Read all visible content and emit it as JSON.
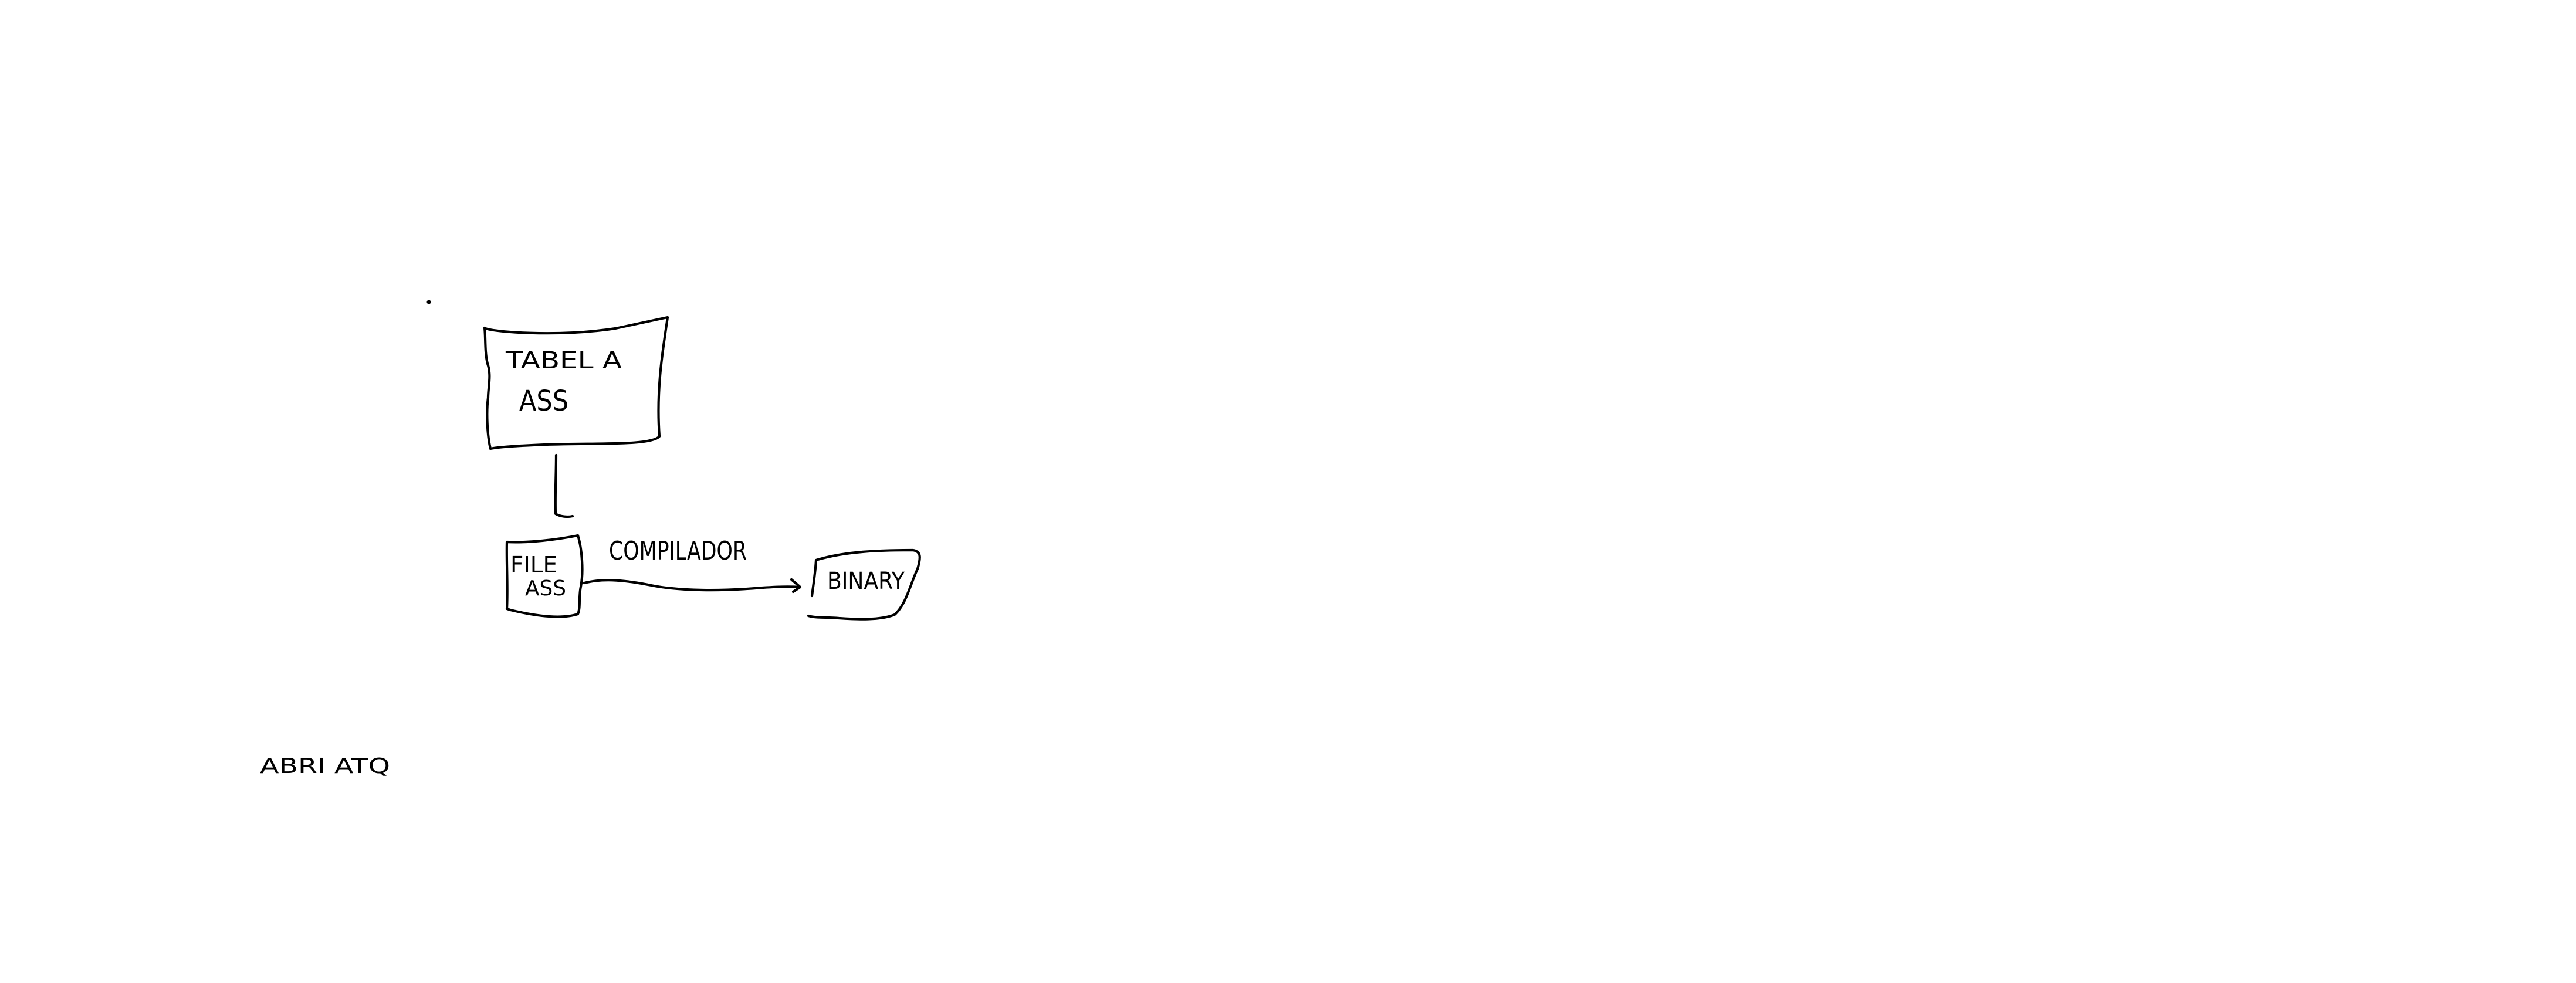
{
  "diagram": {
    "nodes": [
      {
        "id": "tabela",
        "lines": [
          "TABEL A",
          "ASS"
        ]
      },
      {
        "id": "file",
        "lines": [
          "FILE",
          "ASS"
        ]
      },
      {
        "id": "binary",
        "lines": [
          "BINARY"
        ]
      }
    ],
    "edges": [
      {
        "from": "tabela",
        "to": "file",
        "label": ""
      },
      {
        "from": "file",
        "to": "binary",
        "label": "COMPILADOR"
      }
    ],
    "note": "ABRI ATQ"
  },
  "colors": {
    "ink": "#000000",
    "background": "#ffffff"
  }
}
